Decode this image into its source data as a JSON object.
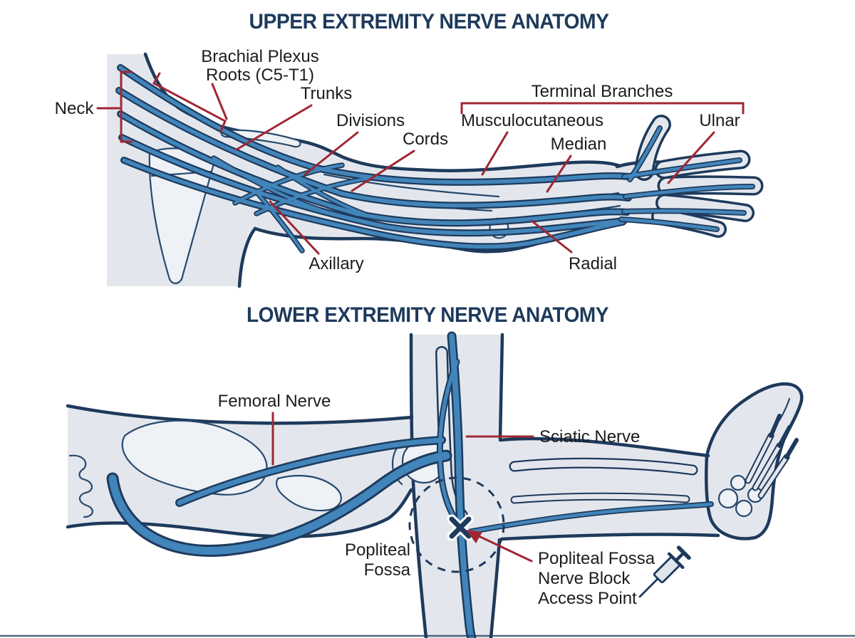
{
  "colors": {
    "title_navy": "#1e3a5c",
    "outline_navy": "#1e3a5c",
    "nerve_blue": "#4285ba",
    "limb_gray": "#e3e7ed",
    "bone_fill": "#eef1f5",
    "annotation_red": "#9f2733",
    "label_black": "#1c1c1c",
    "background": "#ffffff"
  },
  "upper": {
    "title": "UPPER EXTREMITY NERVE ANATOMY",
    "labels": {
      "neck": "Neck",
      "brachial_line1": "Brachial Plexus",
      "brachial_line2": "Roots (C5-T1)",
      "trunks": "Trunks",
      "divisions": "Divisions",
      "cords": "Cords",
      "terminal_branches": "Terminal Branches",
      "musculocutaneous": "Musculocutaneous",
      "median": "Median",
      "ulnar": "Ulnar",
      "axillary": "Axillary",
      "radial": "Radial"
    }
  },
  "lower": {
    "title": "LOWER EXTREMITY NERVE ANATOMY",
    "labels": {
      "femoral": "Femoral Nerve",
      "sciatic": "Sciatic Nerve",
      "popliteal_line1": "Popliteal",
      "popliteal_line2": "Fossa",
      "access_line1": "Popliteal Fossa",
      "access_line2": "Nerve Block",
      "access_line3": "Access Point"
    }
  },
  "icons": {
    "syringe": "syringe-icon",
    "access_marker": "x-target-marker"
  }
}
